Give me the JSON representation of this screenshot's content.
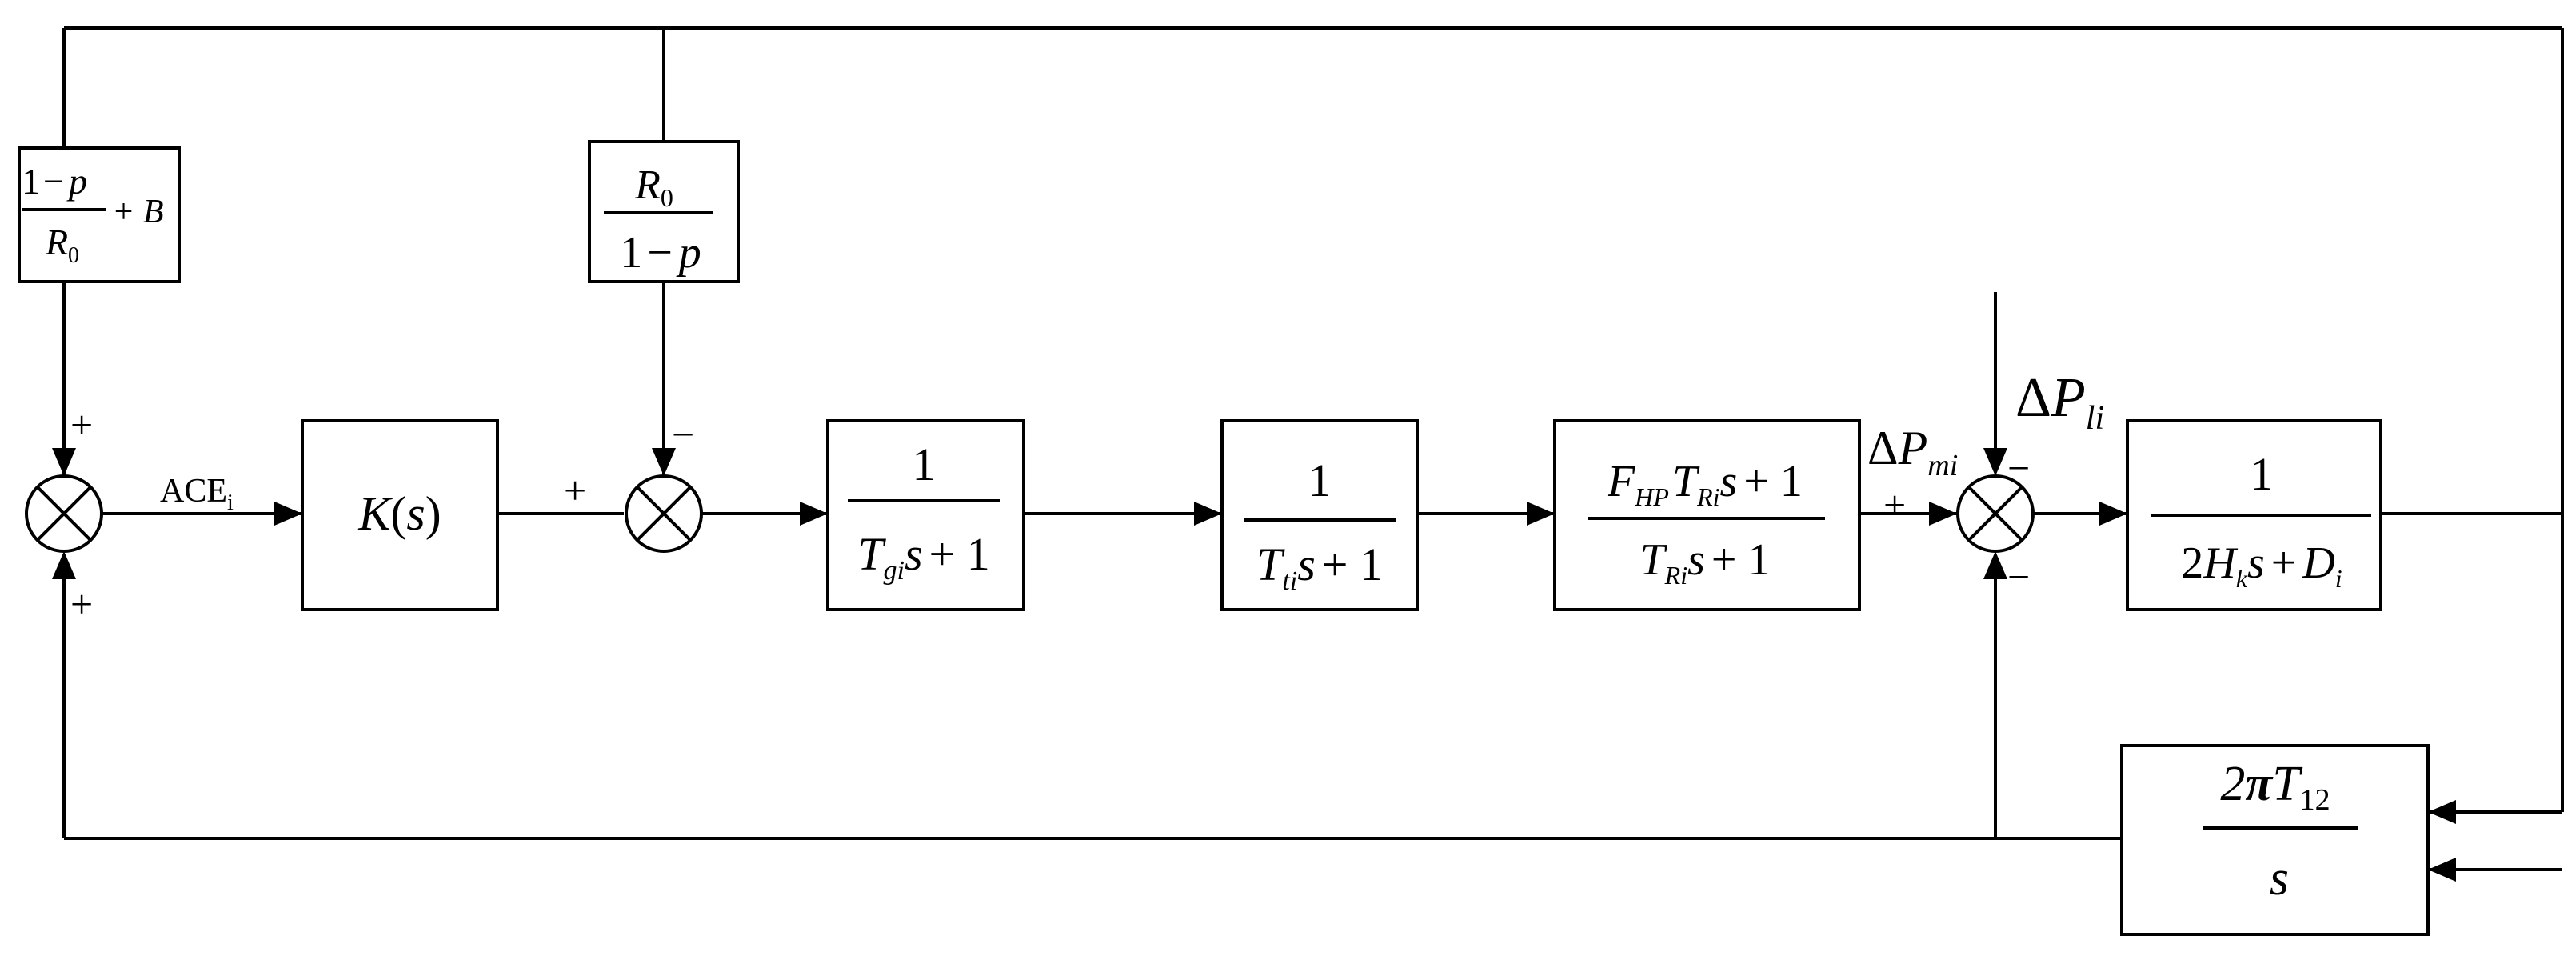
{
  "blocks": {
    "bias": {
      "num_a": "1",
      "num_op": "−",
      "num_var": "p",
      "den_var": "R",
      "den_sub": "0",
      "tail": "+ B"
    },
    "droop": {
      "num_var": "R",
      "num_sub": "0",
      "den_a": "1",
      "den_op": "−",
      "den_var": "p"
    },
    "controller": {
      "label": "K",
      "open": "(",
      "var": "s",
      "close": ")"
    },
    "governor": {
      "num": "1",
      "den_var": "T",
      "den_sub": "gi",
      "den_s": "s",
      "den_tail": "+ 1"
    },
    "turbine": {
      "num": "1",
      "den_var": "T",
      "den_sub": "ti",
      "den_s": "s",
      "den_tail": "+ 1"
    },
    "reheat": {
      "num_f": "F",
      "num_f_sub": "HP",
      "num_t": "T",
      "num_t_sub": "Ri",
      "num_s": "s",
      "num_tail": "+ 1",
      "den_var": "T",
      "den_sub": "Ri",
      "den_s": "s",
      "den_tail": "+ 1"
    },
    "inertia": {
      "num": "1",
      "den_2": "2",
      "den_h": "H",
      "den_h_sub": "k",
      "den_s": "s",
      "den_op": "+",
      "den_d": "D",
      "den_d_sub": "i"
    },
    "tieline": {
      "num_2": "2",
      "num_pi": "π",
      "num_t": "T",
      "num_t_sub": "12",
      "den": "s"
    }
  },
  "signals": {
    "ace": {
      "text": "ACE",
      "sub": "i"
    },
    "pm": {
      "delta": "Δ",
      "var": "P",
      "sub": "mi"
    },
    "pl": {
      "delta": "Δ",
      "var": "P",
      "sub": "li"
    }
  },
  "signs": {
    "s1_top": "+",
    "s1_bottom": "+",
    "s2_left": "+",
    "s2_top": "−",
    "s3_left": "+",
    "s3_top": "−",
    "s3_bottom": "−"
  }
}
